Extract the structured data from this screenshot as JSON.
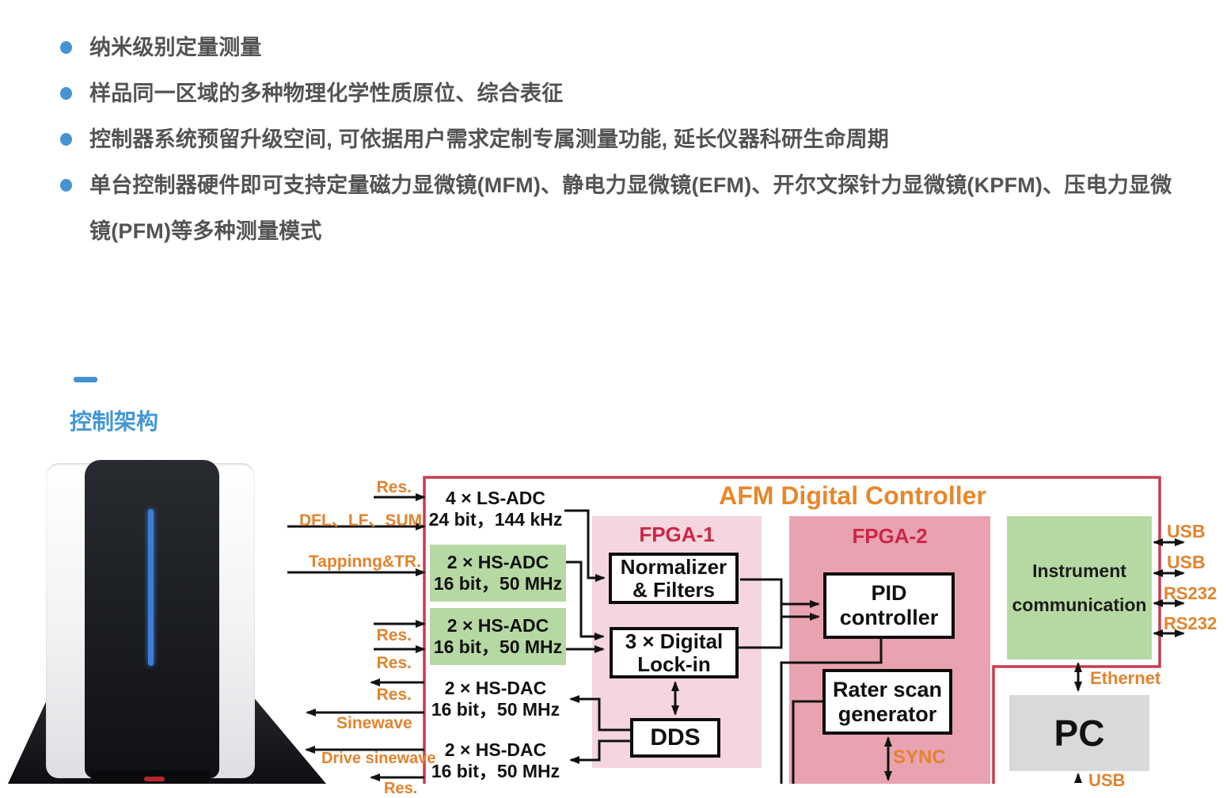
{
  "bullets": {
    "items": [
      "纳米级别定量测量",
      "样品同一区域的多种物理化学性质原位、综合表征",
      "控制器系统预留升级空间, 可依据用户需求定制专属测量功能, 延长仪器科研生命周期",
      "单台控制器硬件即可支持定量磁力显微镜(MFM)、静电力显微镜(EFM)、开尔文探针力显微镜(KPFM)、压电力显微镜(PFM)等多种测量模式"
    ]
  },
  "section": {
    "title": "控制架构"
  },
  "diagram": {
    "title": "AFM Digital Controller",
    "inputs": {
      "res_top": "Res.",
      "dfl": "DFL、LF、SUM",
      "tapping": "Tappinng&TR.",
      "res_2": "Res.",
      "res_3": "Res."
    },
    "outputs": {
      "res_out": "Res.",
      "sinewave": "Sinewave",
      "drive_sinewave": "Drive sinewave",
      "res_bottom": "Res."
    },
    "converters": {
      "ls_adc_l1": "4 × LS-ADC",
      "ls_adc_l2": "24 bit，144 kHz",
      "hs_adc1_l1": "2 × HS-ADC",
      "hs_adc1_l2": "16 bit，50 MHz",
      "hs_adc2_l1": "2 × HS-ADC",
      "hs_adc2_l2": "16 bit，50 MHz",
      "hs_dac1_l1": "2 × HS-DAC",
      "hs_dac1_l2": "16 bit，50 MHz",
      "hs_dac2_l1": "2 × HS-DAC",
      "hs_dac2_l2": "16 bit，50 MHz"
    },
    "fpga1": {
      "label": "FPGA-1",
      "normalizer_l1": "Normalizer",
      "normalizer_l2": "& Filters",
      "lockin_l1": "3 × Digital",
      "lockin_l2": "Lock-in",
      "dds": "DDS"
    },
    "fpga2": {
      "label": "FPGA-2",
      "pid_l1": "PID",
      "pid_l2": "controller",
      "rater_l1": "Rater scan",
      "rater_l2": "generator",
      "sync": "SYNC"
    },
    "comm": {
      "instrument_l1": "Instrument",
      "instrument_l2": "communication",
      "pc": "PC",
      "usb1": "USB",
      "usb2": "USB",
      "rs232_1": "RS232",
      "rs232_2": "RS232",
      "ethernet": "Ethernet",
      "usb_pc": "USB"
    },
    "colors": {
      "border_red": "#c93b50",
      "title_orange": "#e8872c",
      "fpga_label_red": "#cc2646",
      "fpga1_bg": "#f5d6de",
      "fpga2_bg": "#e9a2af",
      "green_bg": "#b6d9a3",
      "pc_grey_bg": "#d9d9d9",
      "label_orange": "#e2832e",
      "accent_blue": "#4593d2"
    }
  }
}
